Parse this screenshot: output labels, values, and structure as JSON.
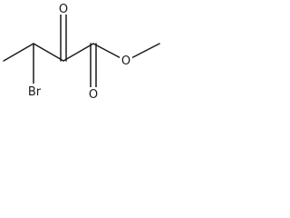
{
  "molecule": {
    "atoms": {
      "oxygen_ketone": "O",
      "oxygen_ester_carbonyl": "O",
      "oxygen_ester_link": "O",
      "bromine": "Br"
    }
  },
  "colors": {
    "bond": "#1a1a1a",
    "label": "#1a1a1a",
    "background": "#ffffff"
  }
}
